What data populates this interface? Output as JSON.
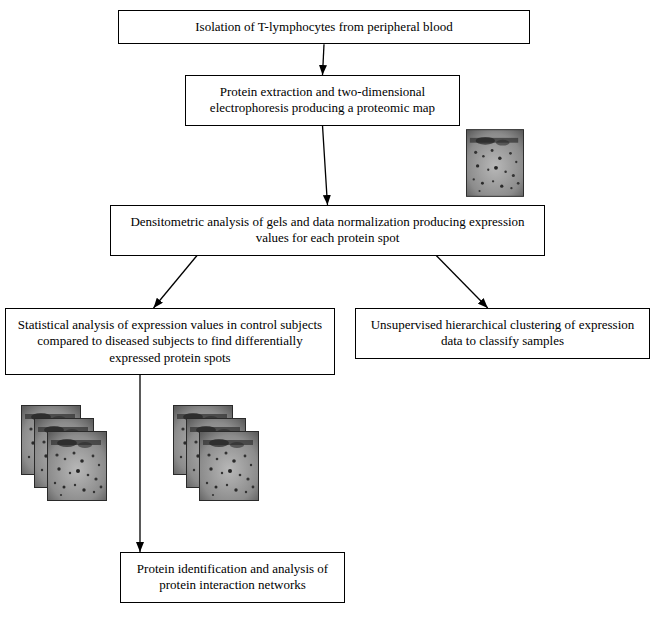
{
  "diagram": {
    "nodes": [
      {
        "text": [
          "Isolation of T-lymphocytes from peripheral blood"
        ]
      },
      {
        "text": [
          "Protein extraction and two-dimensional electrophoresis producing a proteomic map"
        ]
      },
      {
        "text": [
          "Densitometric analysis of gels and data normalization producing expression values for each protein spot"
        ]
      },
      {
        "text": [
          "Statistical analysis of expression values in control subjects compared to diseased subjects to find differentially expressed protein spots"
        ]
      },
      {
        "text": [
          "Unsupervised hierarchical clustering of expression data to classify samples"
        ]
      },
      {
        "text": [
          "Protein identification and analysis of protein interaction networks"
        ]
      }
    ],
    "edges": [
      {
        "from": 0,
        "to": 1,
        "arrow": "to"
      },
      {
        "from": 1,
        "to": 2,
        "arrow": "to"
      },
      {
        "from": 2,
        "to": 3,
        "arrow": "to"
      },
      {
        "from": 2,
        "to": 4,
        "arrow": "to"
      },
      {
        "from": 3,
        "to": 5,
        "arrow": "to"
      }
    ]
  }
}
